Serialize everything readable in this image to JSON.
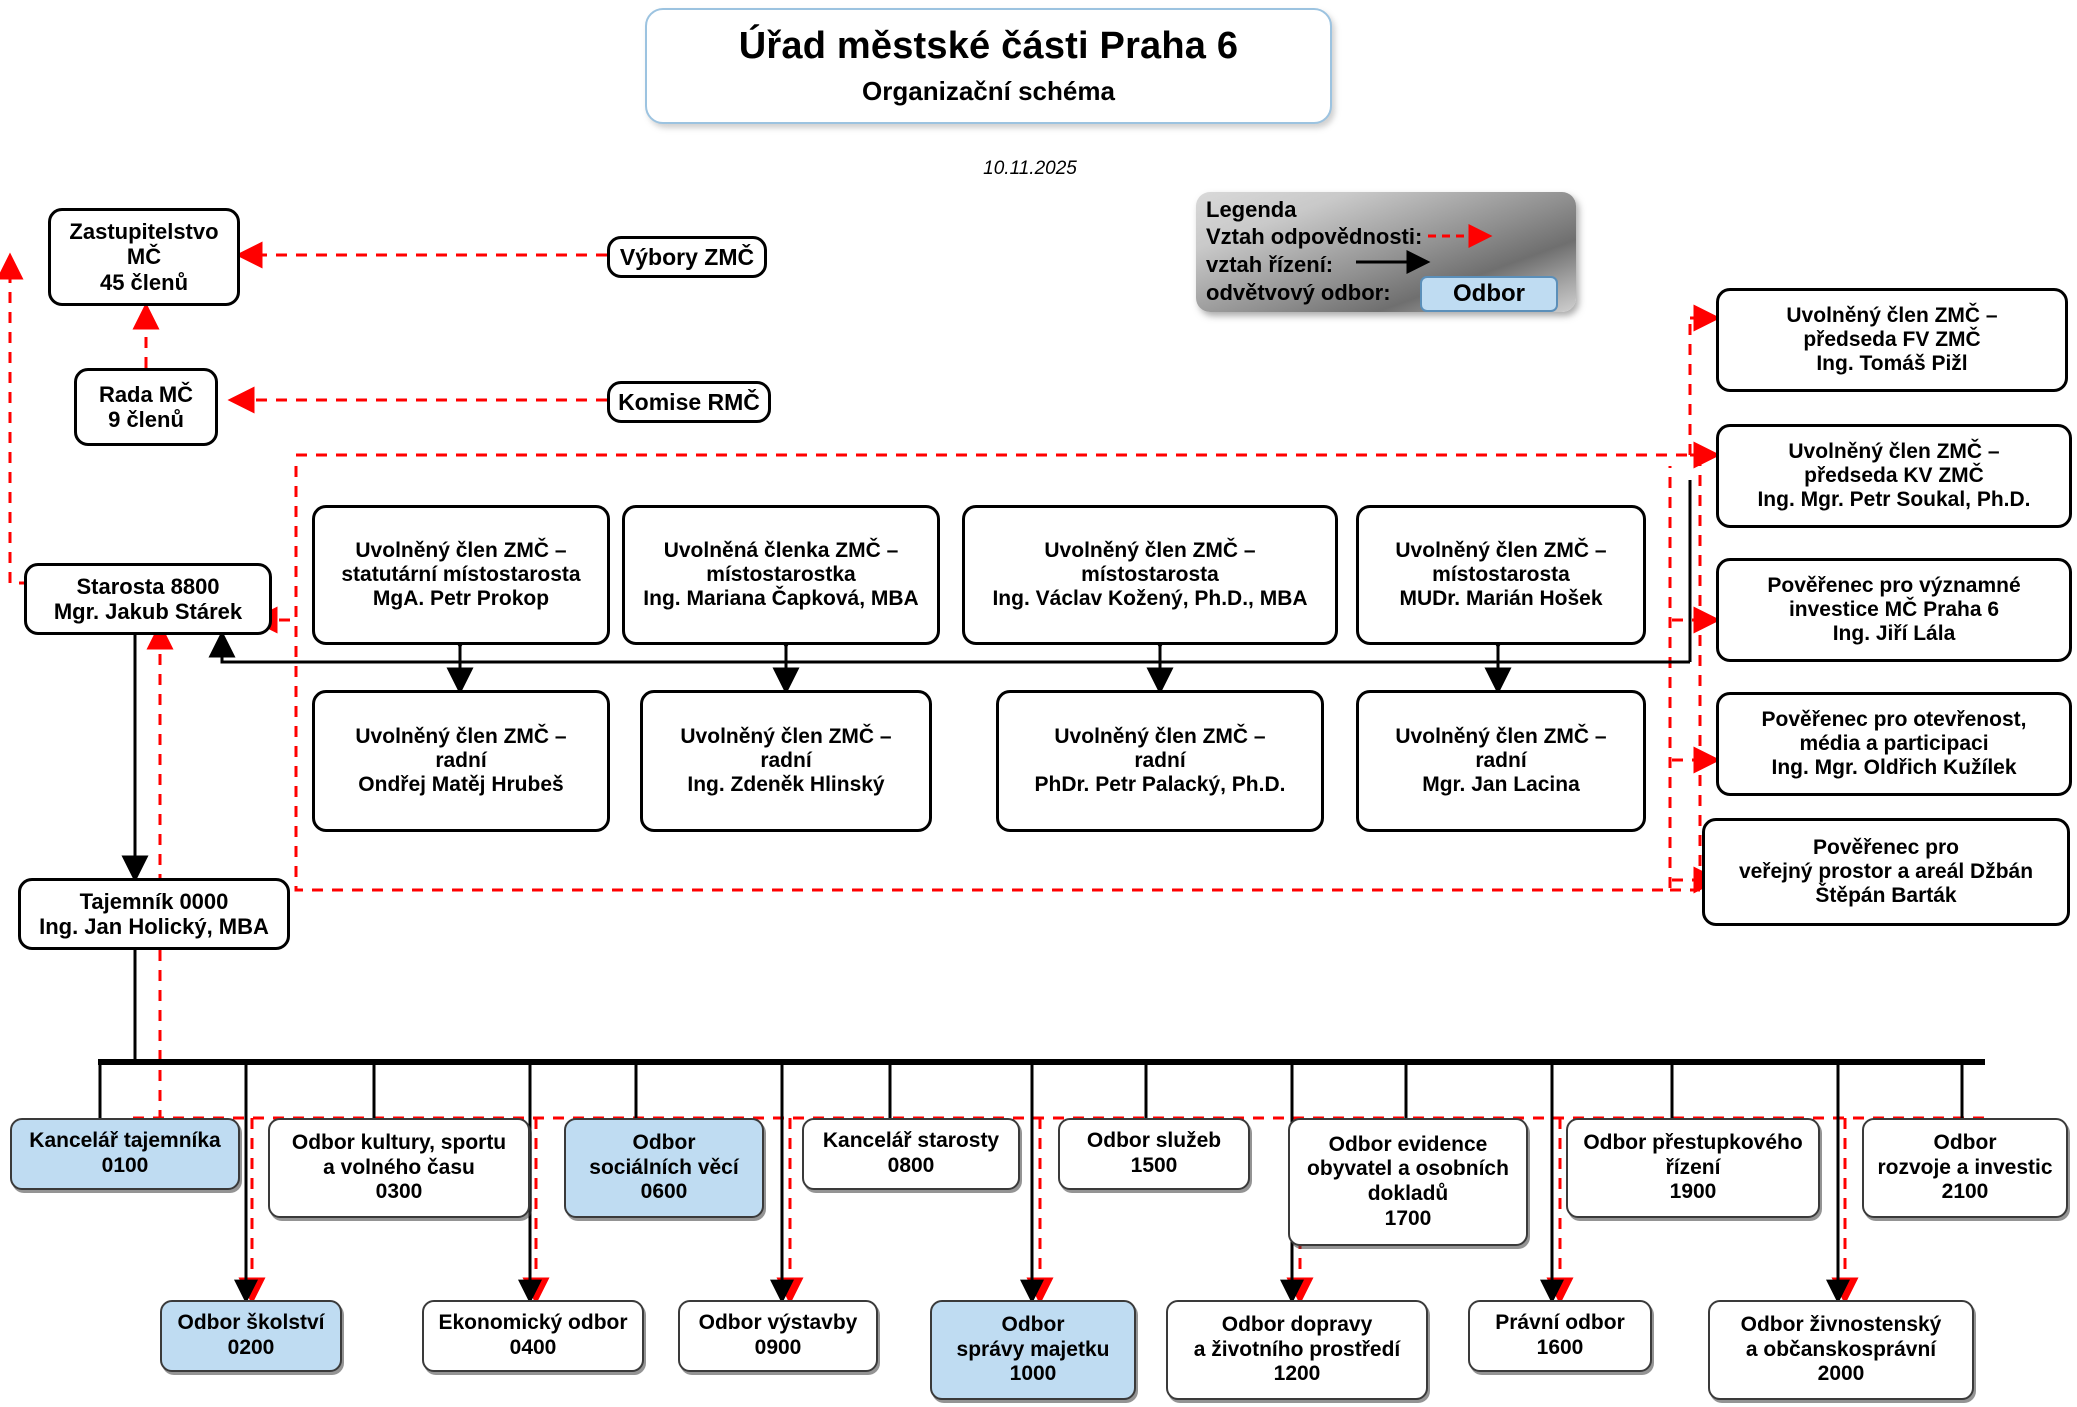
{
  "header": {
    "title": "Úřad městské části Praha 6",
    "subtitle": "Organizační schéma",
    "date": "10.11.2025"
  },
  "legend": {
    "title": "Legenda",
    "responsibility_label": "Vztah odpovědnosti:",
    "management_label": "vztah řízení:",
    "sector_label": "odvětvový odbor:",
    "sector_chip": "Odbor",
    "responsibility_color": "#ff0000",
    "management_color": "#000000",
    "sector_chip_color": "#bfdcf2"
  },
  "governance": {
    "council": "Zastupitelstvo\nMČ\n45 členů",
    "committees": "Výbory ZMČ",
    "board": "Rada MČ\n9 členů",
    "commissions": "Komise RMČ",
    "mayor": "Starosta 8800\nMgr. Jakub Stárek",
    "secretary": "Tajemník 0000\nIng. Jan Holický, MBA"
  },
  "deputies": [
    {
      "role": "Uvolněný člen ZMČ –\nstatutární místostarosta",
      "name": "MgA. Petr Prokop"
    },
    {
      "role": "Uvolněná členka ZMČ –\nmístostarostka",
      "name": "Ing. Mariana Čapková, MBA"
    },
    {
      "role": "Uvolněný člen ZMČ –\nmístostarosta",
      "name": "Ing. Václav Kožený, Ph.D., MBA"
    },
    {
      "role": "Uvolněný člen ZMČ –\nmístostarosta",
      "name": "MUDr. Marián Hošek"
    }
  ],
  "councillors": [
    {
      "role": "Uvolněný člen ZMČ –\nradní",
      "name": "Ondřej Matěj Hrubeš"
    },
    {
      "role": "Uvolněný člen ZMČ –\nradní",
      "name": "Ing. Zdeněk Hlinský"
    },
    {
      "role": "Uvolněný člen ZMČ –\nradní",
      "name": "PhDr. Petr Palacký, Ph.D."
    },
    {
      "role": "Uvolněný člen ZMČ –\nradní",
      "name": "Mgr. Jan Lacina"
    }
  ],
  "right_column": [
    {
      "text": "Uvolněný člen ZMČ –\npředseda FV ZMČ\nIng. Tomáš Pižl"
    },
    {
      "text": "Uvolněný člen ZMČ –\npředseda KV ZMČ\nIng. Mgr. Petr Soukal, Ph.D."
    },
    {
      "text": "Pověřenec pro významné\ninvestice MČ Praha 6\nIng. Jiří Lála"
    },
    {
      "text": "Pověřenec pro otevřenost,\nmédia a participaci\nIng. Mgr. Oldřich Kužílek"
    },
    {
      "text": "Pověřenec pro\nveřejný prostor a areál Džbán\nŠtěpán Barták"
    }
  ],
  "departments_row1": [
    {
      "text": "Kancelář tajemníka\n0100",
      "highlight": true
    },
    {
      "text": "Odbor kultury, sportu\na volného času\n0300",
      "highlight": false
    },
    {
      "text": "Odbor\nsociálních věcí\n0600",
      "highlight": true
    },
    {
      "text": "Kancelář starosty\n0800",
      "highlight": false
    },
    {
      "text": "Odbor služeb\n1500",
      "highlight": false
    },
    {
      "text": "Odbor evidence\nobyvatel a osobních\ndokladů\n1700",
      "highlight": false
    },
    {
      "text": "Odbor přestupkového\nřízení\n1900",
      "highlight": false
    },
    {
      "text": "Odbor\nrozvoje a investic\n2100",
      "highlight": false
    }
  ],
  "departments_row2": [
    {
      "text": "Odbor školství\n0200",
      "highlight": true
    },
    {
      "text": "Ekonomický odbor\n0400",
      "highlight": false
    },
    {
      "text": "Odbor výstavby\n0900",
      "highlight": false
    },
    {
      "text": "Odbor\nsprávy majetku\n1000",
      "highlight": true
    },
    {
      "text": "Odbor dopravy\na životního prostředí\n1200",
      "highlight": false
    },
    {
      "text": "Právní odbor\n1600",
      "highlight": false
    },
    {
      "text": "Odbor živnostenský\na občanskosprávní\n2000",
      "highlight": false
    }
  ]
}
